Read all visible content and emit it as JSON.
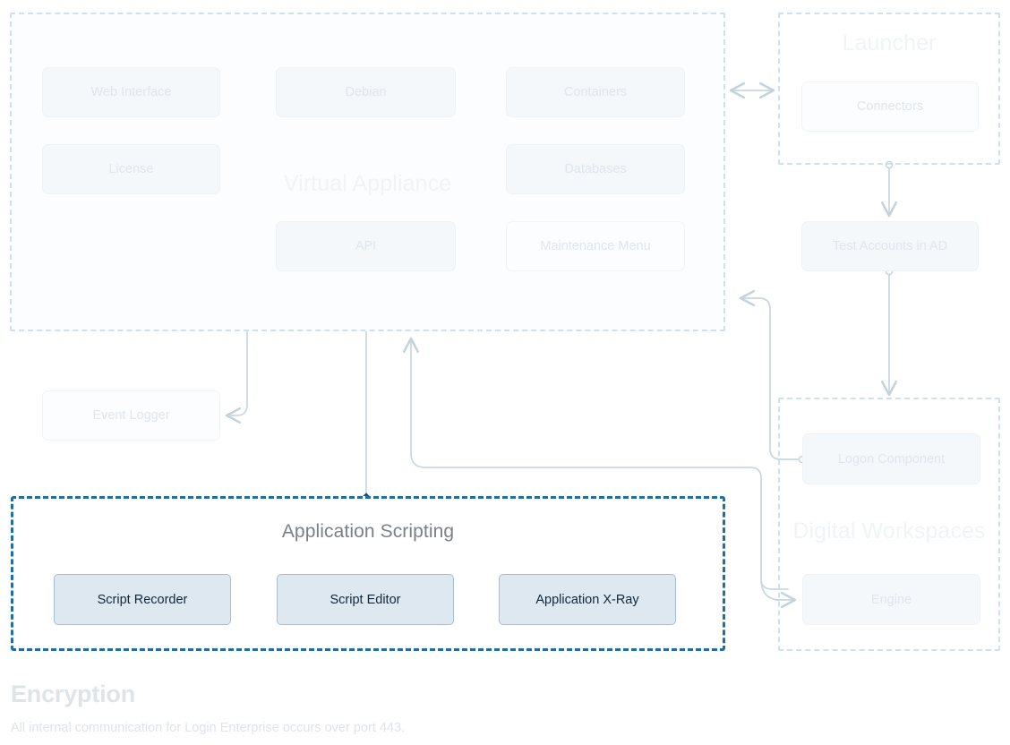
{
  "diagram": {
    "groups": [
      {
        "id": "virtual-appliance",
        "label": "Virtual Appliance"
      },
      {
        "id": "launcher",
        "label": "Launcher"
      },
      {
        "id": "digital-workspaces",
        "label": "Digital Workspaces"
      },
      {
        "id": "application-scripting",
        "label": "Application Scripting"
      }
    ],
    "nodes": [
      {
        "id": "web-interface",
        "label": "Web Interface"
      },
      {
        "id": "license",
        "label": "License"
      },
      {
        "id": "debian",
        "label": "Debian"
      },
      {
        "id": "api",
        "label": "API"
      },
      {
        "id": "containers",
        "label": "Containers"
      },
      {
        "id": "databases",
        "label": "Databases"
      },
      {
        "id": "maintenance-menu",
        "label": "Maintenance Menu"
      },
      {
        "id": "event-logger",
        "label": "Event Logger"
      },
      {
        "id": "connectors",
        "label": "Connectors"
      },
      {
        "id": "test-accounts-in-ad",
        "label": "Test Accounts in AD"
      },
      {
        "id": "logon-component",
        "label": "Logon Component"
      },
      {
        "id": "engine",
        "label": "Engine"
      },
      {
        "id": "script-recorder",
        "label": "Script Recorder"
      },
      {
        "id": "script-editor",
        "label": "Script Editor"
      },
      {
        "id": "application-x-ray",
        "label": "Application X-Ray"
      }
    ]
  },
  "footer": {
    "title": "Encryption",
    "description": "All internal communication for Login Enterprise occurs over port 443."
  },
  "colors": {
    "group_border": "#cfe0ee",
    "highlight_border": "#1f6ea6",
    "node_fill": "#f4f8fb",
    "accent_fill": "#dde8f1",
    "accent_border": "#a2bfd6",
    "accent_text": "#12263c",
    "muted_text": "#dfe6ec",
    "wire": "#c9d7e1"
  }
}
